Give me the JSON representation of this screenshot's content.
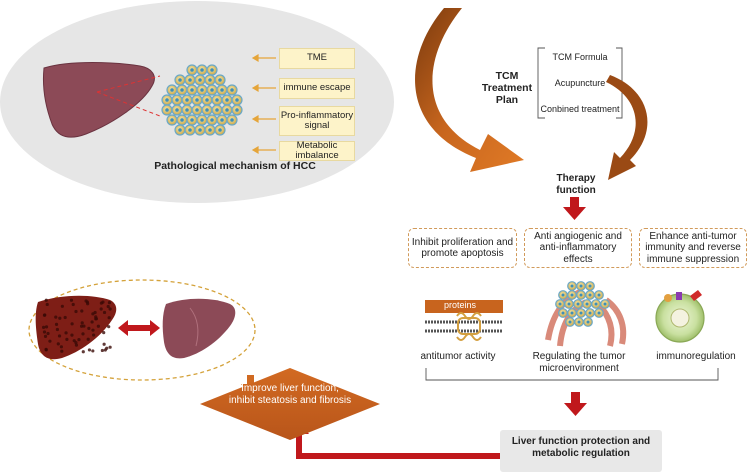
{
  "pathology": {
    "title": "Pathological mechanism of HCC",
    "mechanisms": [
      "TME",
      "immune escape",
      "Pro-inflammatory signal",
      "Metabolic imbalance"
    ]
  },
  "tcm_plan": {
    "title": "TCM Treatment Plan",
    "items": [
      "TCM Formula",
      "Acupuncture",
      "Conbined treatment"
    ]
  },
  "therapy": {
    "title": "Therapy function",
    "functions": [
      "Inhibit proliferation and promote apoptosis",
      "Anti angiogenic and anti-inflammatory effects",
      "Enhance anti-tumor immunity and reverse immune suppression"
    ]
  },
  "activities": {
    "protein_label": "proteins",
    "items": [
      "antitumor activity",
      "Regulating the tumor microenvironment",
      "immunoregulation"
    ]
  },
  "outcome": {
    "liver_protection": "Liver function protection and metabolic regulation",
    "improve": "Improve liver function, inhibit steatosis and fibrosis"
  },
  "colors": {
    "arrow_red": "#c0181c",
    "tcm_arrow": "#c56a1f",
    "diamond": "#c8611b",
    "mech_box": "#fdf3c9",
    "liver": "#8c4a57"
  }
}
